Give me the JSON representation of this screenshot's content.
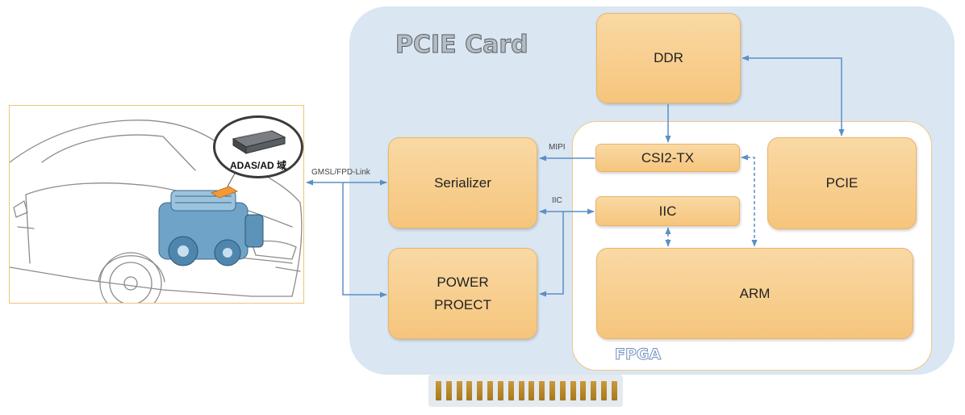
{
  "card": {
    "title": "PCIE Card",
    "fpga_label": "FPGA"
  },
  "blocks": {
    "ddr": "DDR",
    "serializer": "Serializer",
    "csi2tx": "CSI2-TX",
    "pcie": "PCIE",
    "iic": "IIC",
    "power_line1": "POWER",
    "power_line2": "PROECT",
    "arm": "ARM"
  },
  "links": {
    "gmsl": "GMSL/FPD-Link",
    "mipi": "MIPI",
    "iic": "IIC"
  },
  "car": {
    "badge_label": "ADAS/AD 域"
  },
  "colors": {
    "card_bg": "#dae6f1",
    "block_fill": "#f6c57c",
    "arrow": "#5b8fc6",
    "car_frame": "#f2c27a"
  },
  "connector": {
    "pins": 18
  }
}
